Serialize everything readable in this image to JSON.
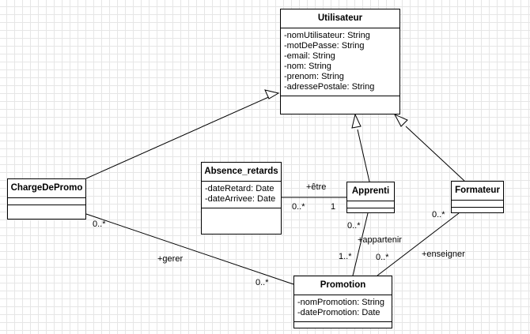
{
  "classes": {
    "utilisateur": {
      "name": "Utilisateur",
      "attributes": [
        "-nomUtilisateur: String",
        "-motDePasse: String",
        "-email: String",
        "-nom: String",
        "-prenom: String",
        "-adressePostale: String"
      ]
    },
    "absence": {
      "name": "Absence_retards",
      "attributes": [
        "-dateRetard: Date",
        "-dateArrivee: Date"
      ]
    },
    "chargeDePromo": {
      "name": "ChargeDePromo"
    },
    "apprenti": {
      "name": "Apprenti"
    },
    "formateur": {
      "name": "Formateur"
    },
    "promotion": {
      "name": "Promotion",
      "attributes": [
        "-nomPromotion: String",
        "-datePromotion: Date"
      ]
    }
  },
  "associations": {
    "etre": {
      "role": "+être",
      "mult_absence": "0..*",
      "mult_apprenti": "1"
    },
    "gerer": {
      "role": "+gerer",
      "mult_charge": "0..*",
      "mult_promotion": "0..*"
    },
    "appartenir": {
      "role": "+appartenir",
      "mult_apprenti": "0..*",
      "mult_promotion": "1..*"
    },
    "enseigner": {
      "role": "+enseigner",
      "mult_formateur": "0..*",
      "mult_promotion": "0..*"
    }
  }
}
